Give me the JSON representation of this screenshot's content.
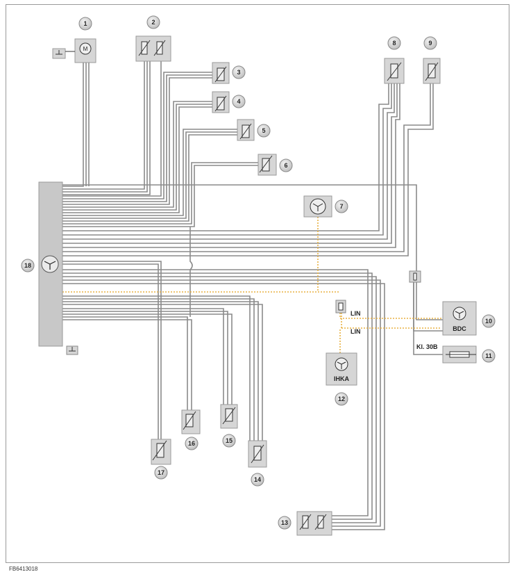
{
  "callouts": [
    "1",
    "2",
    "3",
    "4",
    "5",
    "6",
    "7",
    "8",
    "9",
    "10",
    "11",
    "12",
    "13",
    "14",
    "15",
    "16",
    "17",
    "18"
  ],
  "labels": {
    "lin_top": "LIN",
    "lin_bottom": "LIN",
    "kl30b": "Kl. 30B",
    "bdc": "BDC",
    "ihka": "IHKA"
  },
  "figure_code": "FB6413018",
  "colors": {
    "wire": "#8a8a8a",
    "lin_bus": "#e8b040",
    "component_fill": "#d6d6d6",
    "callout_fill": "#d0d0d0"
  }
}
